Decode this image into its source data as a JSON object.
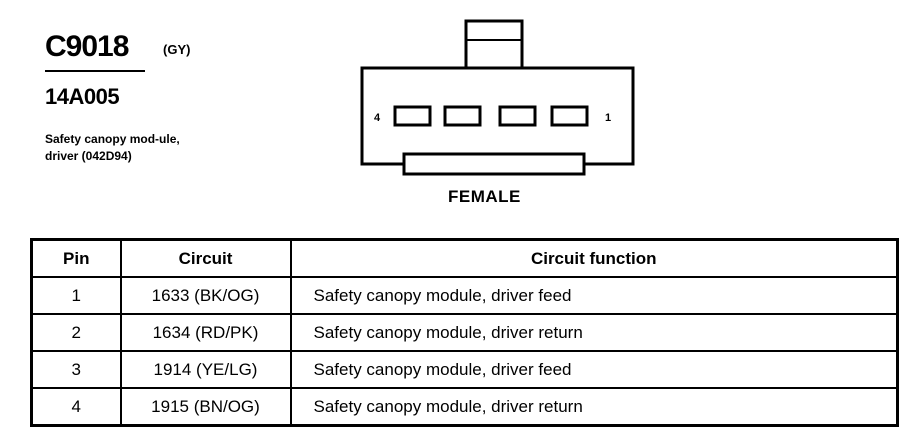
{
  "connector": {
    "id": "C9018",
    "color": "(GY)",
    "part_number": "14A005",
    "description": "Safety canopy mod-ule, driver (042D94)",
    "gender": "FEMALE",
    "pin_label_left": "4",
    "pin_label_right": "1"
  },
  "table": {
    "headers": [
      "Pin",
      "Circuit",
      "Circuit function"
    ],
    "rows": [
      [
        "1",
        "1633 (BK/OG)",
        "Safety canopy module, driver  feed"
      ],
      [
        "2",
        "1634 (RD/PK)",
        "Safety canopy module, driver  return"
      ],
      [
        "3",
        "1914 (YE/LG)",
        "Safety canopy module, driver  feed"
      ],
      [
        "4",
        "1915 (BN/OG)",
        "Safety canopy module, driver  return"
      ]
    ]
  }
}
